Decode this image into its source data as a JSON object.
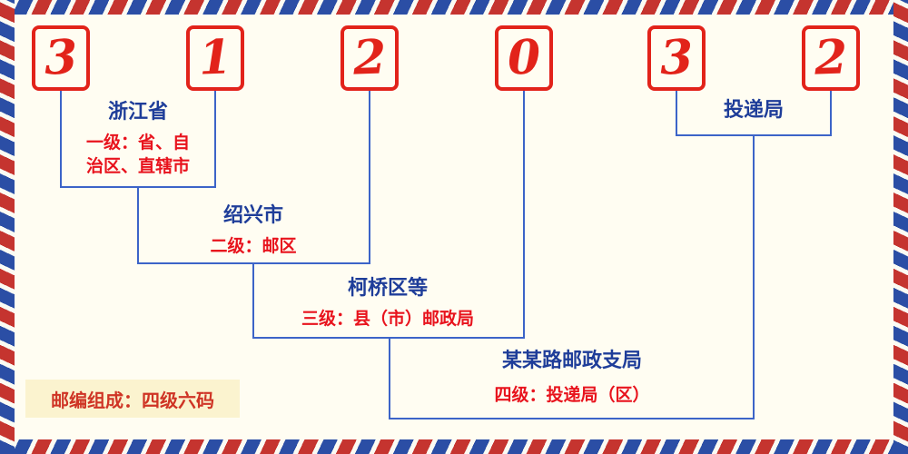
{
  "postal_code": {
    "digits": [
      "3",
      "1",
      "2",
      "0",
      "3",
      "2"
    ]
  },
  "levels": {
    "level1": {
      "name": "浙江省",
      "desc_line1": "一级：省、自",
      "desc_line2": "治区、直辖市"
    },
    "level2": {
      "name": "绍兴市",
      "desc": "二级：邮区"
    },
    "level3": {
      "name": "柯桥区等",
      "desc": "三级：县（市）邮政局"
    },
    "delivery_office": {
      "name": "投递局"
    },
    "level4": {
      "name": "某某路邮政支局",
      "desc": "四级：投递局（区）"
    }
  },
  "footer": {
    "composition_note": "邮编组成：四级六码"
  },
  "colors": {
    "digit_red": "#e2231a",
    "line_blue": "#3c64c8",
    "label_blue": "#1e3d99",
    "text_red": "#e8131d",
    "background": "#fffdf2",
    "border_red": "#c5342f",
    "border_blue": "#2b4ea5",
    "badge_bg": "#fbf3cf",
    "badge_text": "#cf3425"
  }
}
